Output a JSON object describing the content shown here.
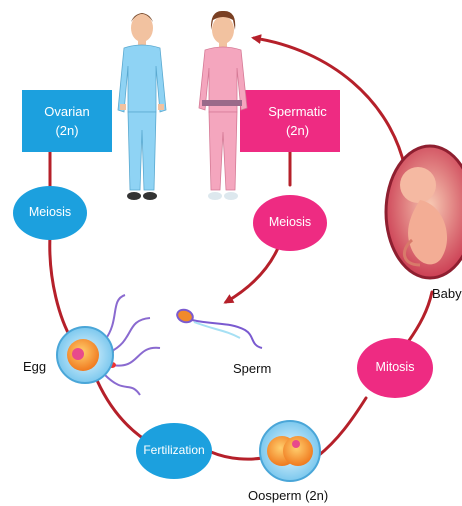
{
  "diagram": {
    "boxes": {
      "ovarian": {
        "title": "Ovarian",
        "ploidy": "(2n)",
        "color": "#1ca0de"
      },
      "spermatic": {
        "title": "Spermatic",
        "ploidy": "(2n)",
        "color": "#ee2b82"
      }
    },
    "nodes": {
      "meiosis_left": {
        "label": "Meiosis",
        "color": "#1ca0de"
      },
      "meiosis_right": {
        "label": "Meiosis",
        "color": "#ee2b82"
      },
      "mitosis": {
        "label": "Mitosis",
        "color": "#ee2b82"
      },
      "fertilization": {
        "label": "Fertilization",
        "color": "#1ca0de"
      }
    },
    "labels": {
      "egg": "Egg",
      "sperm": "Sperm",
      "baby": "Baby",
      "oosperm": "Oosperm (2n)"
    },
    "colors": {
      "cycle_line": "#b5202a",
      "male_clothes": "#8fd3f4",
      "female_clothes": "#f4a6be"
    }
  }
}
